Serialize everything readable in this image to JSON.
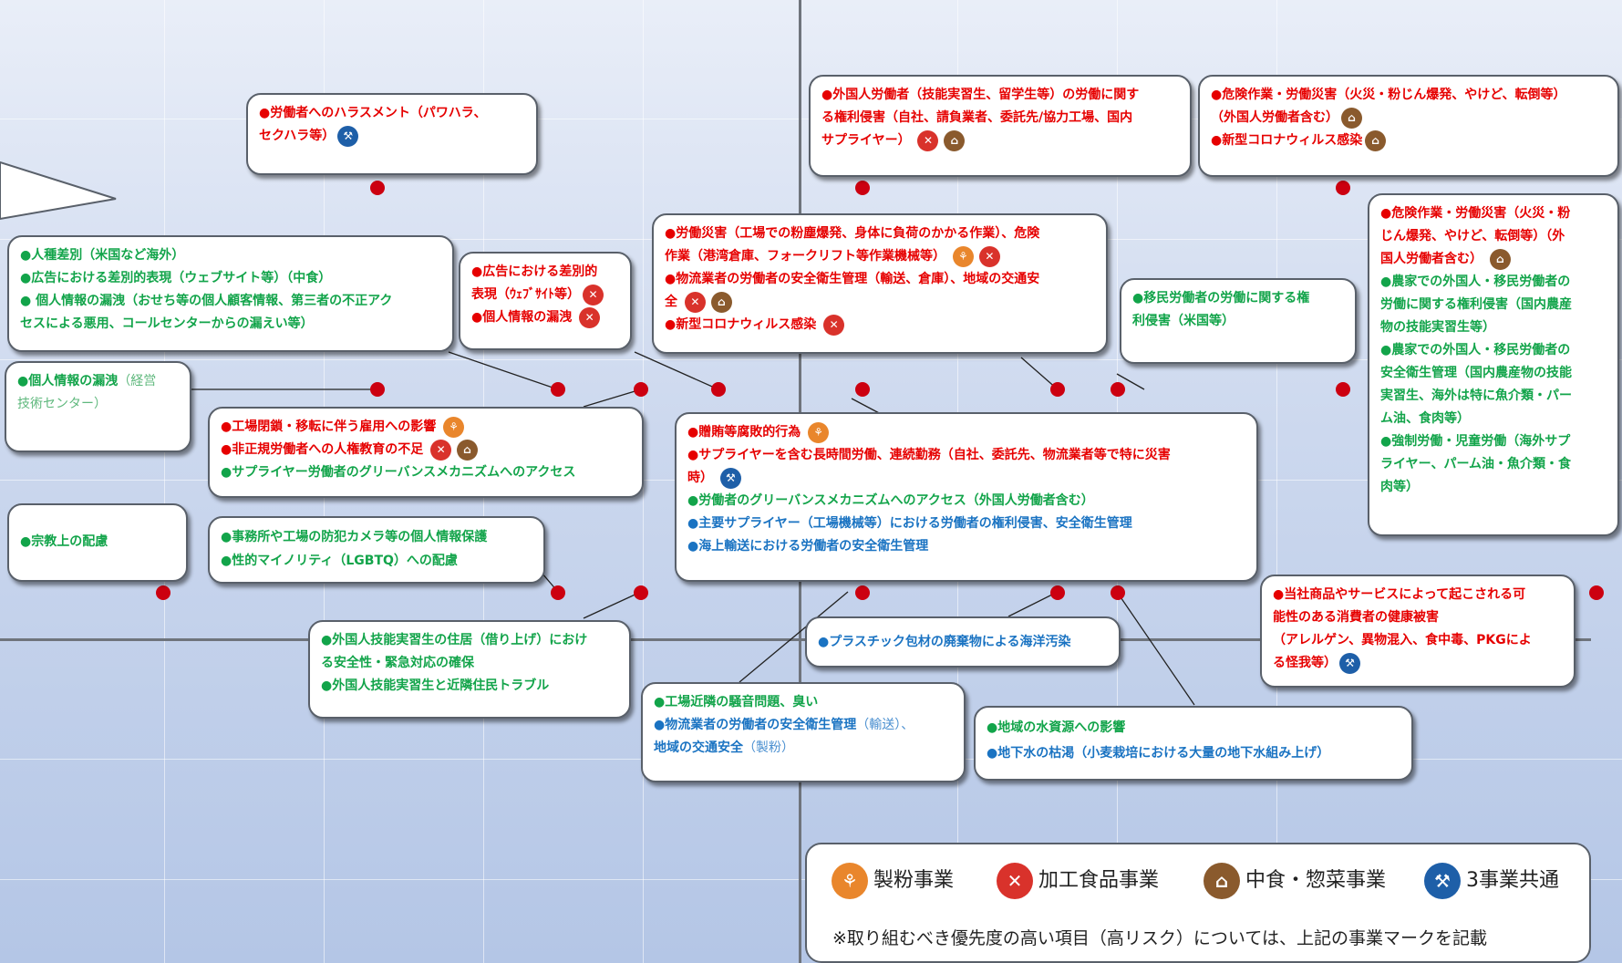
{
  "boxes": {
    "b1": [
      "●労働者へのハラスメント（パワハラ、",
      "セクハラ等）"
    ],
    "b2": [
      "●外国人労働者（技能実習生、留学生等）の労働に関す",
      "る権利侵害（自社、請負業者、委託先/協力工場、国内",
      "サプライヤー）"
    ],
    "b3": [
      "●危険作業・労働災害（火災・粉じん爆発、やけど、転倒等）",
      "（外国人労働者含む）",
      "●新型コロナウィルス感染"
    ],
    "b4": [
      "●人種差別（米国など海外）",
      "●広告における差別的表現（ウェブサイト等）（中食）",
      "● 個人情報の漏洩（おせち等の個人顧客情報、第三者の不正アク",
      "セスによる悪用、コールセンターからの漏えい等）"
    ],
    "b5": [
      "●広告における差別的",
      "表現（ｳｪﾌﾞｻｲﾄ等）",
      "●個人情報の漏洩"
    ],
    "b6": [
      "●労働災害（工場での粉塵爆発、身体に負荷のかかる作業）、危険",
      "作業（港湾倉庫、フォークリフト等作業機械等）",
      "●物流業者の労働者の安全衛生管理（輸送、倉庫）、地域の交通安",
      "全",
      "●新型コロナウィルス感染"
    ],
    "b7": [
      "●移民労働者の労働に関する権",
      "利侵害（米国等）"
    ],
    "b8": [
      "●危険作業・労働災害（火災・粉",
      "じん爆発、やけど、転倒等）（外",
      "国人労働者含む）",
      "●農家での外国人・移民労働者の",
      "労働に関する権利侵害（国内農産",
      "物の技能実習生等）",
      "●農家での外国人・移民労働者の",
      "安全衛生管理（国内農産物の技能",
      "実習生、海外は特に魚介類・パー",
      "ム油、食肉等）",
      "●強制労働・児童労働（海外サプ",
      "ライヤー、パーム油・魚介類・食",
      "肉等）"
    ],
    "b9a": "●個人情報の漏洩",
    "b9b": "（経営",
    "b9c": "技術センター）",
    "b10": [
      "●工場閉鎖・移転に伴う雇用への影響",
      "●非正規労働者への人権教育の不足",
      "●サプライヤー労働者のグリーバンスメカニズムへのアクセス"
    ],
    "b11": [
      "●贈賄等腐敗的行為",
      "●サプライヤーを含む長時間労働、連続勤務（自社、委託先、物流業者等で特に災害",
      "時）",
      "●労働者のグリーバンスメカニズムへのアクセス（外国人労働者含む）",
      "●主要サプライヤー（工場機械等）における労働者の権利侵害、安全衛生管理",
      "●海上輸送における労働者の安全衛生管理"
    ],
    "b12": "●宗教上の配慮",
    "b13": [
      "●事務所や工場の防犯カメラ等の個人情報保護",
      "●性的マイノリティ（LGBTQ）への配慮"
    ],
    "b14": [
      "●当社商品やサービスによって起こされる可",
      "能性のある消費者の健康被害",
      "（アレルゲン、異物混入、食中毒、PKGによ",
      "る怪我等）"
    ],
    "b15": [
      "●外国人技能実習生の住居（借り上げ）におけ",
      "る安全性・緊急対応の確保",
      "●外国人技能実習生と近隣住民トラブル"
    ],
    "b16": "●プラスチック包材の廃棄物による海洋汚染",
    "b17a": "●工場近隣の騒音問題、臭い",
    "b17b": "●物流業者の労働者の安全衛生管理",
    "b17c": "（輸送）、",
    "b17d": "地域の交通安全",
    "b17e": "（製粉）",
    "b18": [
      "●地域の水資源への影響",
      "●地下水の枯渇（小麦栽培における大量の地下水組み上げ）"
    ]
  },
  "legend": {
    "items": [
      "製粉事業",
      "加工食品事業",
      "中食・惣菜事業",
      "3事業共通"
    ],
    "note": "※取り組むべき優先度の高い項目（高リスク）については、上記の事業マークを記載"
  },
  "colors": {
    "high": "#e60000",
    "medium": "#12a44a",
    "low": "#1a73c2",
    "mill": "#e9862c",
    "processed": "#d9322b",
    "deli": "#8a5a2d",
    "common": "#1e5fa8"
  }
}
